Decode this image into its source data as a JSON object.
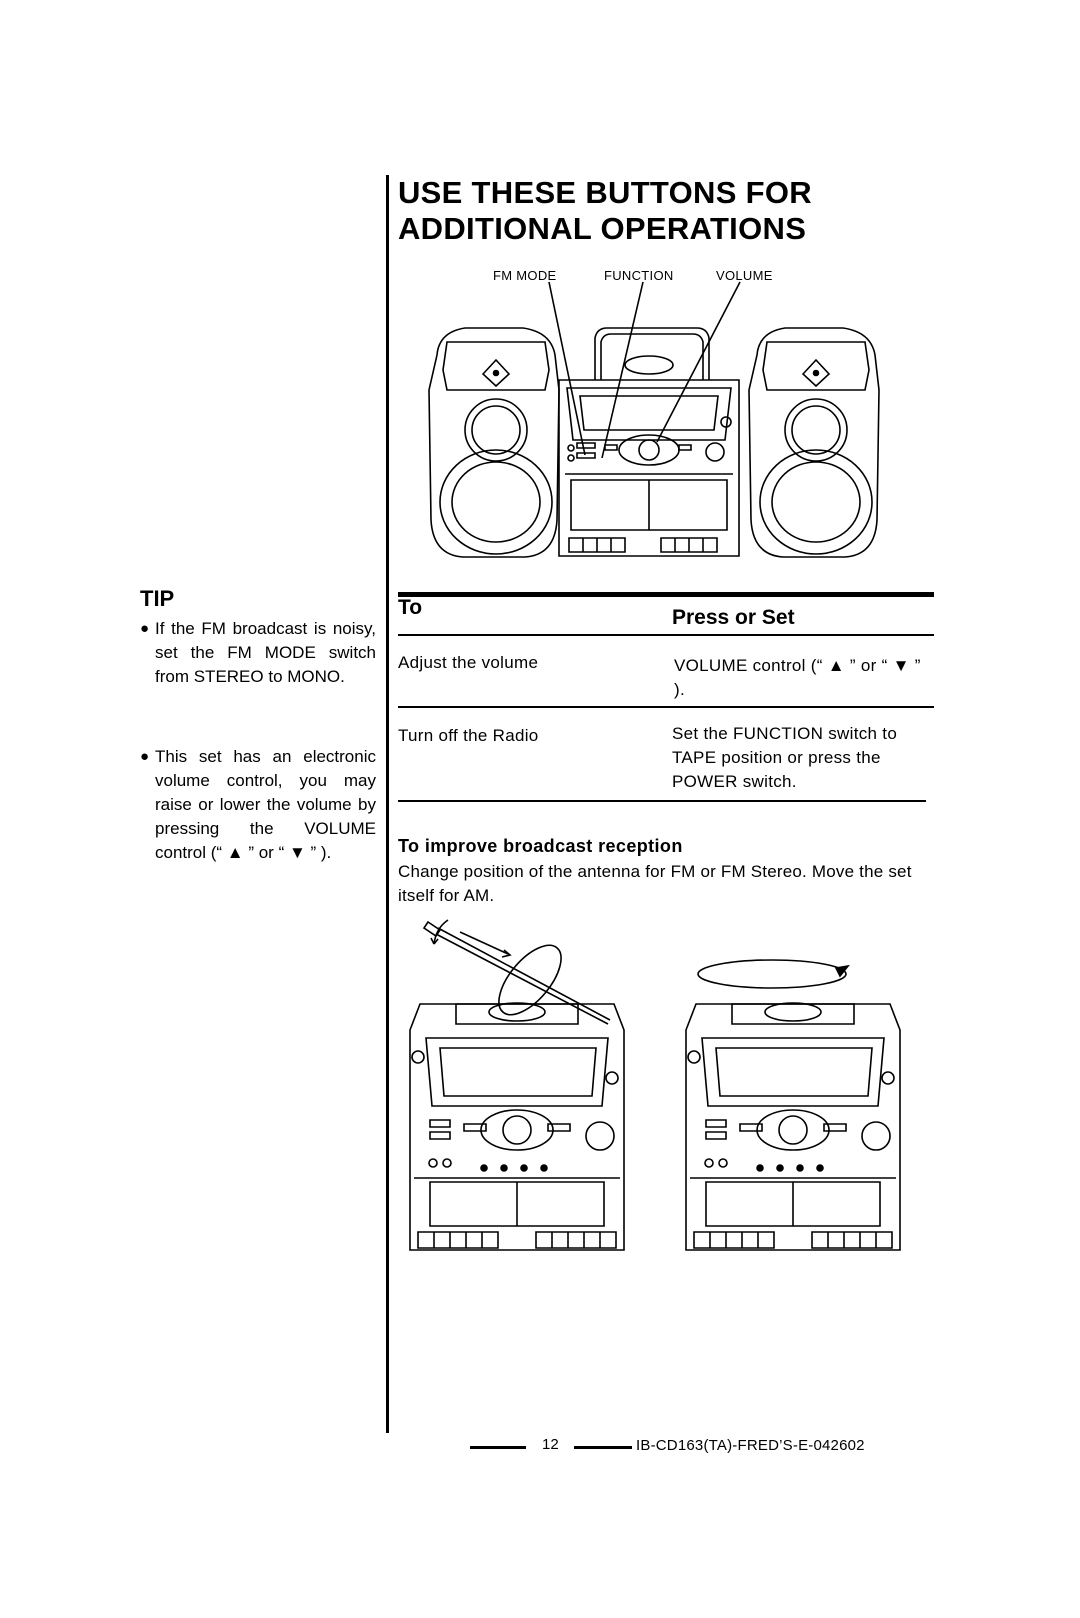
{
  "title": {
    "line1": "USE THESE BUTTONS FOR",
    "line2": "ADDITIONAL OPERATIONS"
  },
  "callouts": {
    "fm_mode": "FM MODE",
    "function": "FUNCTION",
    "volume": "VOLUME"
  },
  "tip": {
    "heading": "TIP",
    "items": [
      "If the FM broadcast is noisy, set the FM MODE switch from STEREO to MONO.",
      "This set has an electronic volume control, you may raise or lower the volume by pressing the VOLUME control (“ ▲ ” or “ ▼ ” )."
    ]
  },
  "table": {
    "col_to": "To",
    "col_press": "Press or Set",
    "rows": [
      {
        "to": "Adjust the volume",
        "press": "VOLUME control (“ ▲ ” or “ ▼ ” )."
      },
      {
        "to": "Turn off the Radio",
        "press": "Set the FUNCTION switch to TAPE position or press the POWER switch."
      }
    ]
  },
  "reception": {
    "heading": "To improve broadcast reception",
    "body": "Change position of the antenna for FM or FM Stereo. Move the set itself for AM."
  },
  "footer": {
    "page": "12",
    "code": "IB-CD163(TA)-FRED’S-E-042602"
  }
}
